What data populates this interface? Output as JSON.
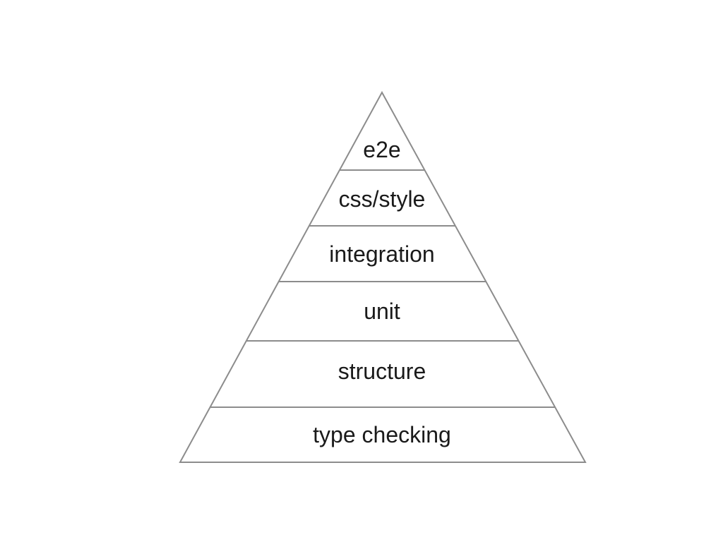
{
  "diagram": {
    "type": "pyramid",
    "layers_top_to_bottom": [
      "e2e",
      "css/style",
      "integration",
      "unit",
      "structure",
      "type checking"
    ],
    "colors": {
      "stroke": "#8c8c8c",
      "text": "#1a1a1a",
      "background": "#ffffff"
    }
  }
}
